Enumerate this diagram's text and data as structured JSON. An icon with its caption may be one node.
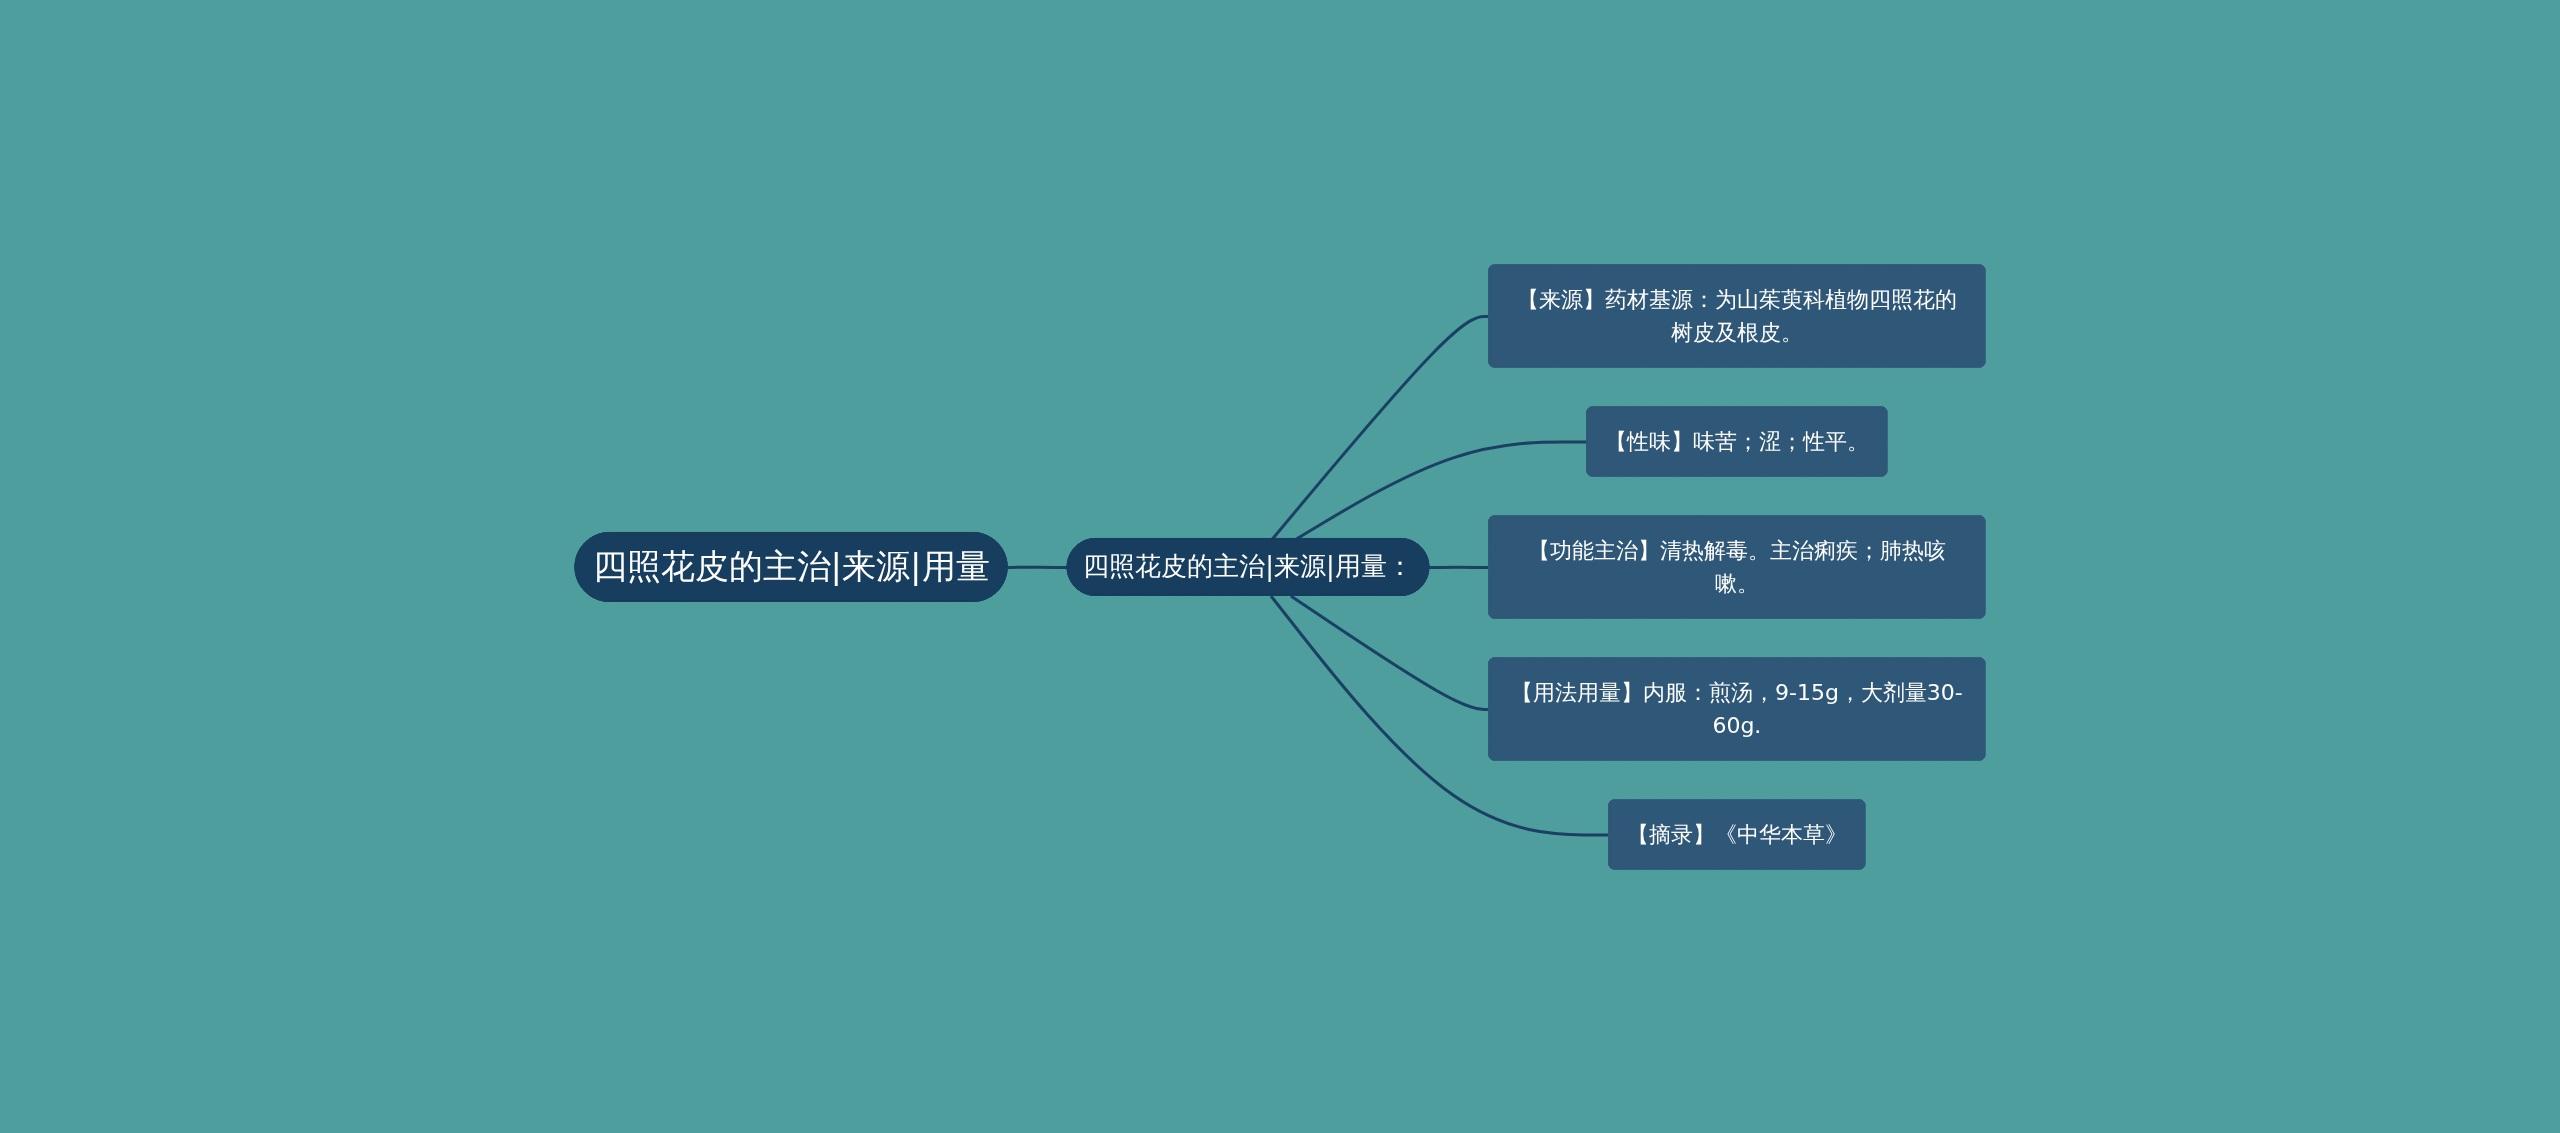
{
  "diagram": {
    "nodes": [
      {
        "text": [
          "四照花皮的主治|来源|用量"
        ]
      },
      {
        "text": [
          "四照花皮的主治|来源|用量："
        ]
      },
      {
        "text": [
          "【来源】药材基源：为山茱萸科植物四照花的树皮及根皮。"
        ]
      },
      {
        "text": [
          "【性味】味苦；涩；性平。"
        ]
      },
      {
        "text": [
          "【功能主治】清热解毒。主治痢疾；肺热咳嗽。"
        ]
      },
      {
        "text": [
          "【用法用量】内服：煎汤，9-15g，大剂量30-60g."
        ]
      },
      {
        "text": [
          "【摘录】《中华本草》"
        ]
      }
    ],
    "edges": [
      {
        "from": 0,
        "to": 1,
        "arrow": "none"
      },
      {
        "from": 1,
        "to": 2,
        "arrow": "none"
      },
      {
        "from": 1,
        "to": 3,
        "arrow": "none"
      },
      {
        "from": 1,
        "to": 4,
        "arrow": "none"
      },
      {
        "from": 1,
        "to": 5,
        "arrow": "none"
      },
      {
        "from": 1,
        "to": 6,
        "arrow": "none"
      }
    ]
  }
}
